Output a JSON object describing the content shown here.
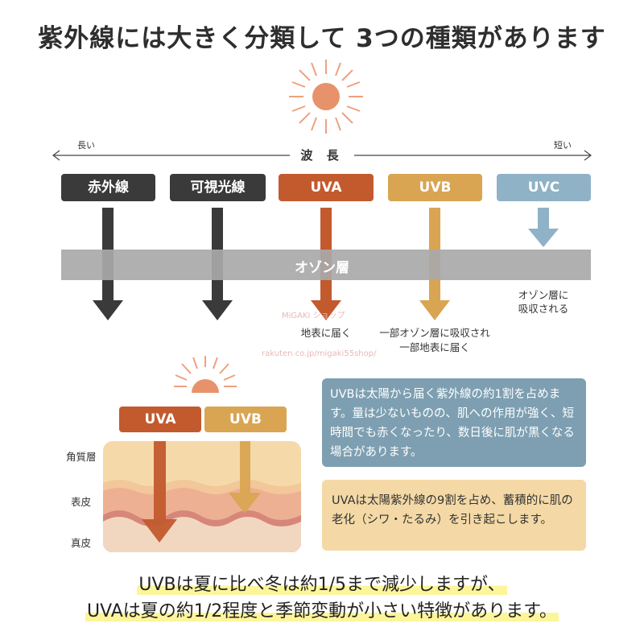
{
  "title": "紫外線には大きく分類して 3つの種類があります",
  "wavelength": {
    "long_label": "長い",
    "short_label": "短い",
    "axis_label": "波 長"
  },
  "types": [
    {
      "label": "赤外線",
      "color": "#3a3a3a"
    },
    {
      "label": "可視光線",
      "color": "#3a3a3a"
    },
    {
      "label": "UVA",
      "color": "#c25a2e"
    },
    {
      "label": "UVB",
      "color": "#d9a552"
    },
    {
      "label": "UVC",
      "color": "#8fb2c6"
    }
  ],
  "ozone_label": "オゾン層",
  "notes": {
    "uva": "地表に届く",
    "uvb_line1": "一部オゾン層に吸収され",
    "uvb_line2": "一部地表に届く",
    "uvc_line1": "オゾン層に",
    "uvc_line2": "吸収される"
  },
  "watermark": {
    "shop": "MiGAKI ショップ",
    "url": "rakuten.co.jp/migaki55shop/"
  },
  "skin": {
    "uva_label": "UVA",
    "uvb_label": "UVB",
    "layers": [
      "角質層",
      "表皮",
      "真皮"
    ]
  },
  "info_uvb": "UVBは太陽から届く紫外線の約1割を占めます。量は少ないものの、肌への作用が強く、短時間でも赤くなったり、数日後に肌が黒くなる場合があります。",
  "info_uva": "UVAは太陽紫外線の9割を占め、蓄積的に肌の老化（シワ・たるみ）を引き起こします。",
  "bottom_line1": "UVBは夏に比べ冬は約1/5まで減少しますが、",
  "bottom_line2": "UVAは夏の約1/2程度と季節変動が小さい特徴があります。",
  "colors": {
    "dark": "#3a3a3a",
    "uva": "#c25a2e",
    "uvb": "#d9a552",
    "uvc": "#8fb2c6",
    "sun": "#e8926b"
  }
}
